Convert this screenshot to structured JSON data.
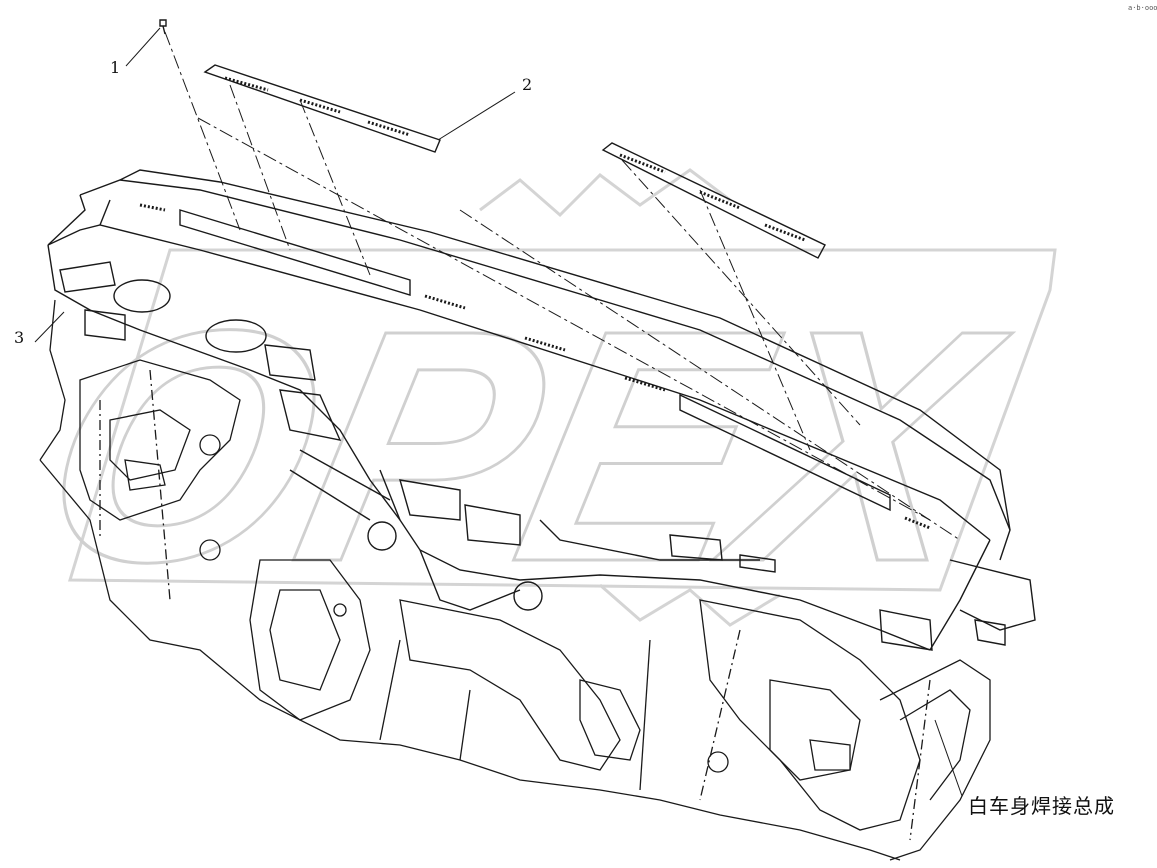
{
  "watermark": {
    "text": "OPEX",
    "color": "#d9d9d9"
  },
  "callouts": {
    "part_1": "1",
    "part_2": "2",
    "part_3": "3",
    "body_assembly": "白车身焊接总成"
  },
  "corner_code": "a·b·ooo",
  "colors": {
    "line": "#1a1a1a",
    "background": "#ffffff"
  }
}
